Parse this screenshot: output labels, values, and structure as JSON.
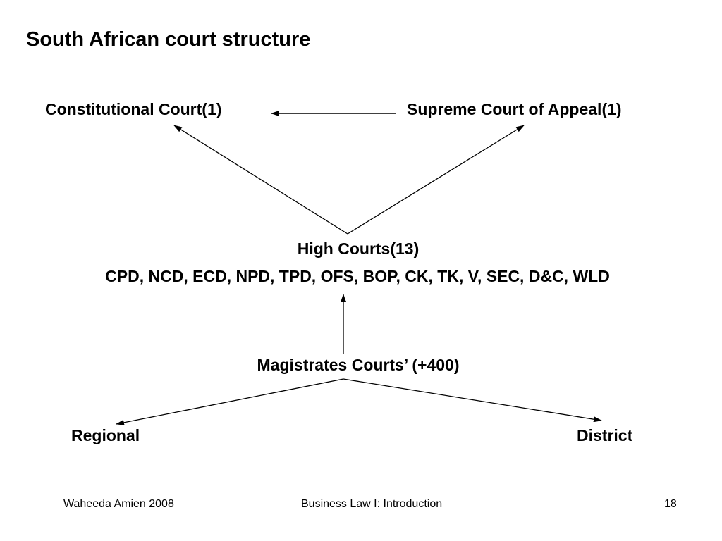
{
  "slide": {
    "title": "South African court structure",
    "page_number": "18"
  },
  "nodes": {
    "constitutional_court": "Constitutional Court(1)",
    "supreme_court_of_appeal": "Supreme Court of Appeal(1)",
    "high_courts": "High Courts(13)",
    "high_courts_list": "CPD, NCD, ECD, NPD, TPD, OFS, BOP, CK, TK, V, SEC, D&C, WLD",
    "magistrates_courts": "Magistrates Courts’ (+400)",
    "regional": "Regional",
    "district": "District"
  },
  "footer": {
    "author": "Waheeda Amien 2008",
    "course": "Business Law I:  Introduction"
  },
  "colors": {
    "background": "#ffffff",
    "text": "#000000",
    "lines": "#000000"
  }
}
